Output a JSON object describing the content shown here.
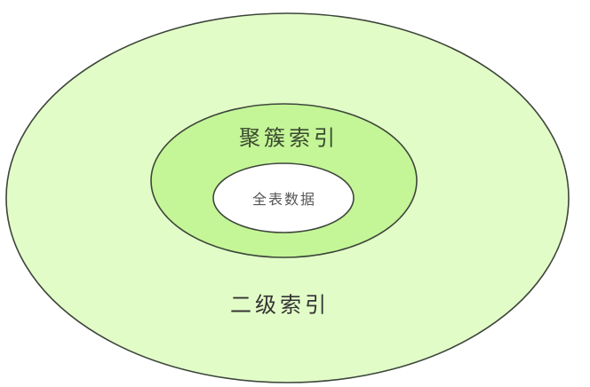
{
  "diagram": {
    "type": "nested-ellipses",
    "outer": {
      "label": "二级索引",
      "fill": "#e2fcc8",
      "stroke": "#3d463a"
    },
    "middle": {
      "label": "聚簇索引",
      "fill": "#c4f597",
      "stroke": "#3d463a"
    },
    "inner": {
      "label": "全表数据",
      "fill": "#ffffff",
      "stroke": "#3d463a"
    }
  }
}
